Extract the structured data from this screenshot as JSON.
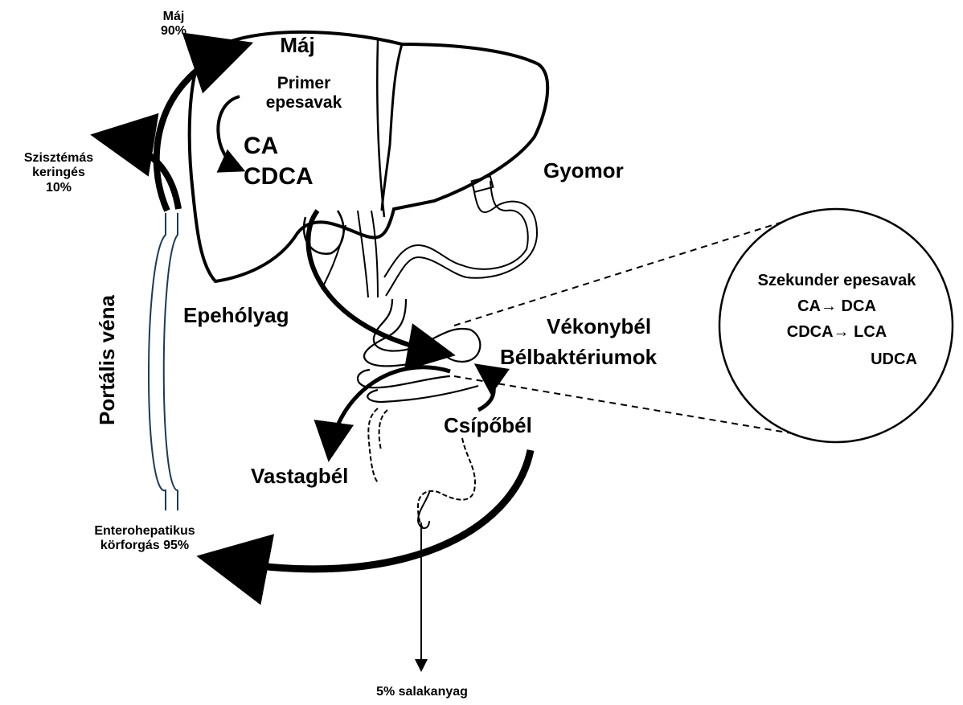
{
  "labels": {
    "maj_pct": [
      "Máj",
      "90%"
    ],
    "systemic": [
      "Szisztémás",
      "keringés",
      "10%"
    ],
    "liver": "Máj",
    "primer": [
      "Primer",
      "epesavak"
    ],
    "ca": "CA",
    "cdca": "CDCA",
    "stomach": "Gyomor",
    "gallbladder": "Epehólyag",
    "portal": "Portális véna",
    "small_intestine": "Vékonybél",
    "bacteria": "Bélbaktériumok",
    "ileum": "Csípőbél",
    "colon": "Vastagbél",
    "enterohepatic": [
      "Enterohepatikus",
      "körforgás 95%"
    ],
    "waste": "5% salakanyag"
  },
  "inset": {
    "title": "Szekunder epesavak",
    "line1": "CA→ DCA",
    "line2": "CDCA→ LCA",
    "line3": "UDCA"
  },
  "colors": {
    "ink": "#000000",
    "portal_vein": "#1f3a52"
  }
}
